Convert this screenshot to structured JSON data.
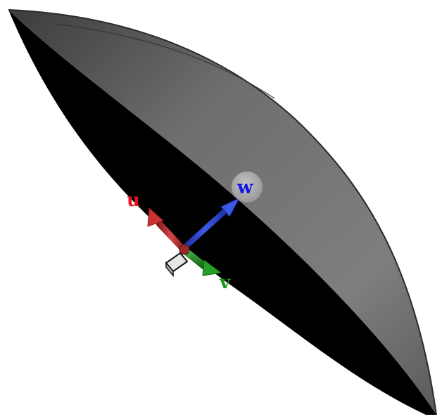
{
  "scene": {
    "background": "#ffffff",
    "surface": {
      "shape": "curved-shell",
      "top_color": "#6a6a6a",
      "top_highlight": "#8c8c8c",
      "underside_color": "#000000"
    },
    "axes": [
      {
        "id": "u",
        "label": "u",
        "color": "#e8141e",
        "arrow_color": "#c83232"
      },
      {
        "id": "v",
        "label": "v",
        "color": "#169a16",
        "arrow_color": "#1e8c28"
      },
      {
        "id": "w",
        "label": "w",
        "color": "#1414e6",
        "arrow_color": "#2846d2"
      }
    ],
    "gizmo_handle": "grey-circle"
  }
}
